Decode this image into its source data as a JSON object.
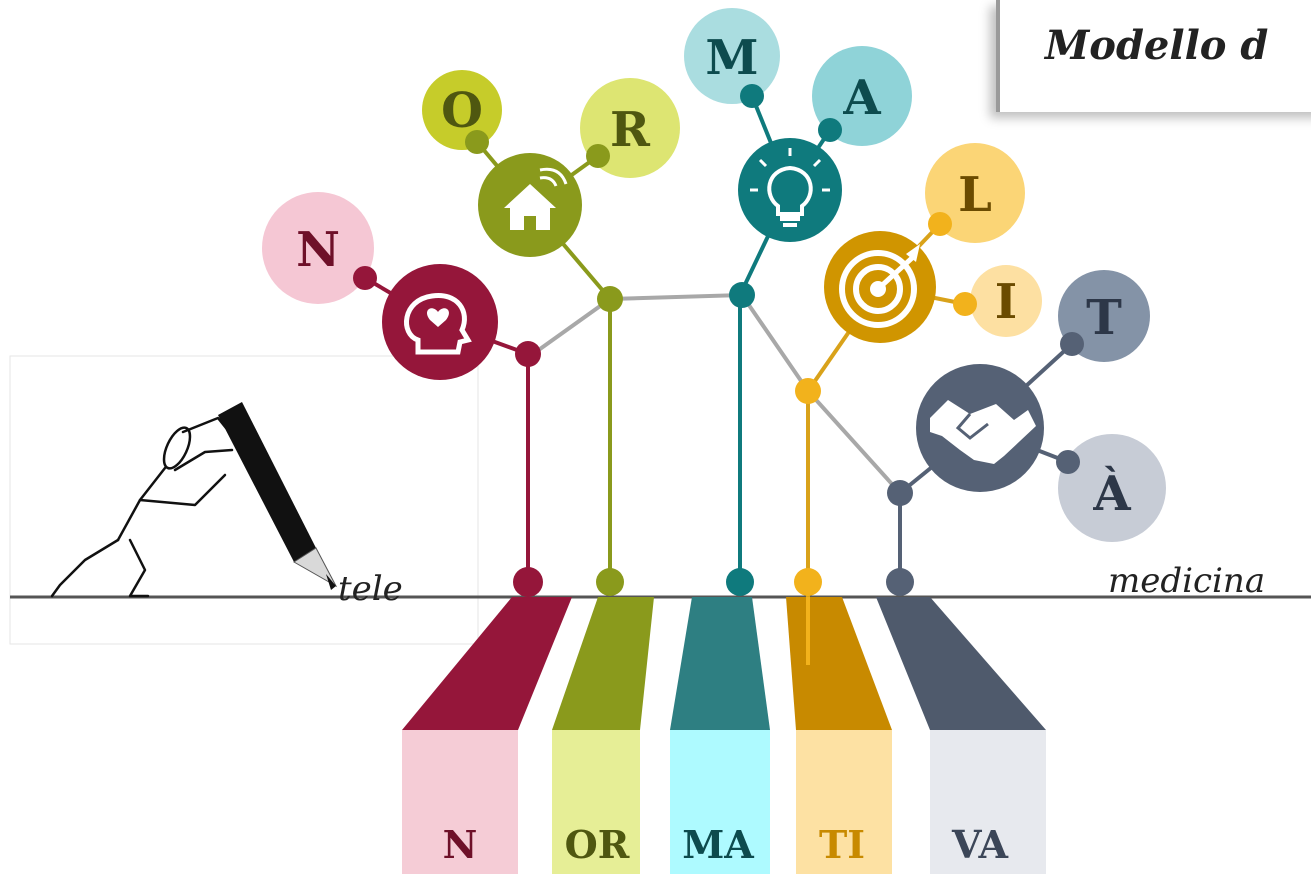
{
  "title_sign": {
    "text": "Modello d"
  },
  "baseline": {
    "left_word": "tele",
    "right_word": "medicina"
  },
  "colors": {
    "crimson": "#95163a",
    "olive": "#8a9a1c",
    "teal": "#0f7a7d",
    "gold": "#d9a21a",
    "slate": "#556175",
    "line_gray": "#a8a8a8"
  },
  "branches": [
    {
      "id": "n",
      "icon": "head-heart-icon",
      "color": "#95163a",
      "letters": [
        {
          "text": "N",
          "bg": "#f5c7d4",
          "fg": "#6e1029"
        }
      ]
    },
    {
      "id": "or",
      "icon": "smart-home-icon",
      "color": "#8a9a1c",
      "letters": [
        {
          "text": "O",
          "bg": "#c6cc2a",
          "fg": "#4f5710"
        },
        {
          "text": "R",
          "bg": "#dde572",
          "fg": "#4f5710"
        }
      ]
    },
    {
      "id": "ma",
      "icon": "lightbulb-icon",
      "color": "#0f7a7d",
      "letters": [
        {
          "text": "M",
          "bg": "#aadde0",
          "fg": "#0d4b4e"
        },
        {
          "text": "A",
          "bg": "#8fd3d8",
          "fg": "#0d4b4e"
        }
      ]
    },
    {
      "id": "li",
      "icon": "target-icon",
      "color": "#d9a21a",
      "letters": [
        {
          "text": "L",
          "bg": "#fbd576",
          "fg": "#6b4b00"
        },
        {
          "text": "I",
          "bg": "#fde0a2",
          "fg": "#6b4b00"
        }
      ]
    },
    {
      "id": "ta",
      "icon": "handshake-icon",
      "color": "#556175",
      "letters": [
        {
          "text": "T",
          "bg": "#8493a7",
          "fg": "#2d3748"
        },
        {
          "text": "À",
          "bg": "#c7ccd6",
          "fg": "#2d3748"
        }
      ]
    }
  ],
  "pillars": [
    {
      "text": "N",
      "top_color": "#95163a",
      "box_color": "#f5ccd6",
      "fg": "#6e1029"
    },
    {
      "text": "OR",
      "top_color": "#8a9a1c",
      "box_color": "#e6ee96",
      "fg": "#4f5710"
    },
    {
      "text": "MA",
      "top_color": "#2e7f82",
      "box_color": "#aefaff",
      "fg": "#0d4b4e"
    },
    {
      "text": "TI",
      "top_color": "#c88a00",
      "box_color": "#fde1a3",
      "fg": "#c88a00"
    },
    {
      "text": "VA",
      "top_color": "#4f5a6c",
      "box_color": "#e7e9ee",
      "fg": "#3c4658"
    }
  ]
}
